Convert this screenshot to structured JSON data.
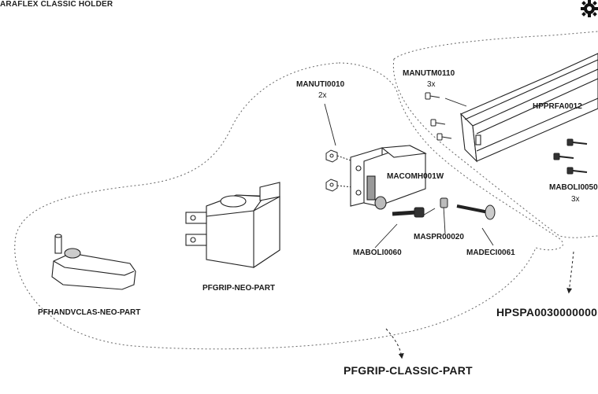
{
  "header": {
    "title": "ARAFLEX CLASSIC HOLDER"
  },
  "parts": {
    "manuti": {
      "code": "MANUTI0010",
      "qty": "2x"
    },
    "manutm": {
      "code": "MANUTM0110",
      "qty": "3x"
    },
    "hpprfa": {
      "code": "HPPRFA0012"
    },
    "macomh": {
      "code": "MACOMH001W"
    },
    "maboli_right": {
      "code": "MABOLI0050",
      "qty": "3x"
    },
    "maspr": {
      "code": "MASPR00020"
    },
    "maboli_center": {
      "code": "MABOLI0060"
    },
    "madeci": {
      "code": "MADECI0061"
    },
    "pfgrip_neo": {
      "code": "PFGRIP-NEO-PART"
    },
    "pfhandv": {
      "code": "PFHANDVCLAS-NEO-PART"
    },
    "hpspa": {
      "code": "HPSPA0030000000"
    },
    "pfgrip_classic": {
      "code": "PFGRIP-CLASSIC-PART"
    }
  },
  "icons": {
    "logo": "gear-icon"
  }
}
